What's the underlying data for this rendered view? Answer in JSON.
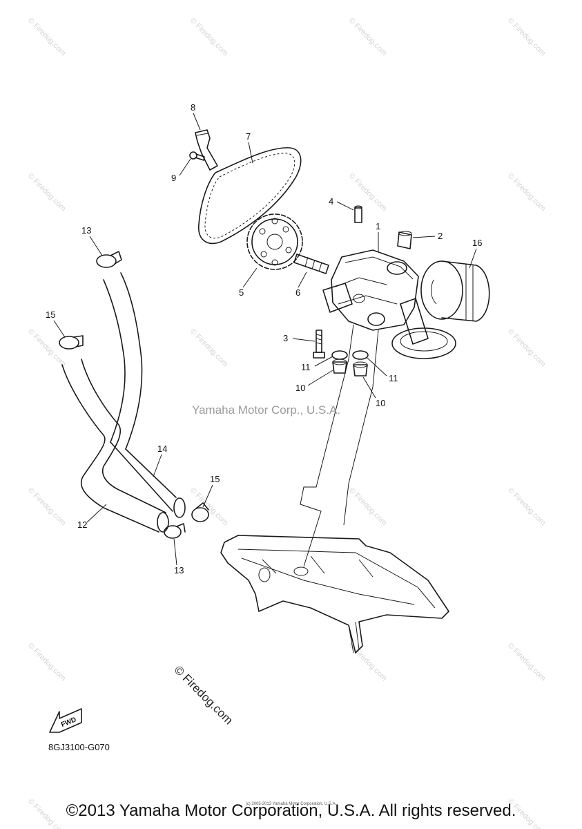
{
  "center_watermark": "Yamaha Motor Corp., U.S.A.",
  "diagonal_watermark": "© Firedog.com",
  "tile_watermark": "© Firedog.com",
  "diagram_code": "8GJ3100-G070",
  "fwd_label": "FWD",
  "copyright": "©2013 Yamaha Motor Corporation, U.S.A. All rights reserved.",
  "tiny_copyright": "(c) 2005-2013 Yamaha Motor Corporation, U.S.A.",
  "callouts": {
    "c1": "1",
    "c2": "2",
    "c3": "3",
    "c4": "4",
    "c5": "5",
    "c6": "6",
    "c7": "7",
    "c8": "8",
    "c9": "9",
    "c10a": "10",
    "c10b": "10",
    "c11a": "11",
    "c11b": "11",
    "c12": "12",
    "c13a": "13",
    "c13b": "13",
    "c14": "14",
    "c15a": "15",
    "c15b": "15",
    "c16": "16"
  }
}
